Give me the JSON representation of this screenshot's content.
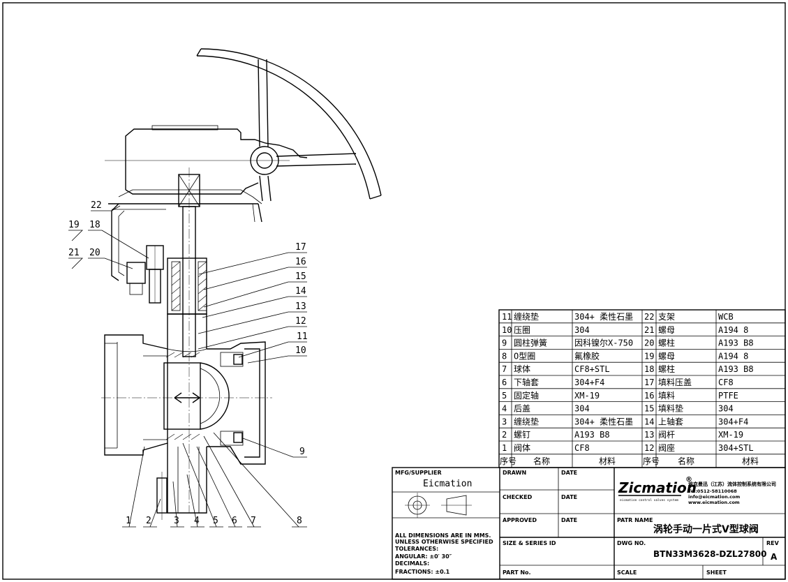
{
  "balloons": [
    "1",
    "2",
    "3",
    "4",
    "5",
    "6",
    "7",
    "8",
    "9",
    "10",
    "11",
    "12",
    "13",
    "14",
    "15",
    "16",
    "17",
    "18",
    "19",
    "20",
    "21",
    "22"
  ],
  "bom": {
    "rows_left": [
      {
        "no": "11",
        "name": "缠绕垫",
        "material": "304+ 柔性石墨"
      },
      {
        "no": "10",
        "name": "压圈",
        "material": "304"
      },
      {
        "no": "9",
        "name": "圆柱弹簧",
        "material": "因科镍尔X-750"
      },
      {
        "no": "8",
        "name": "O型圈",
        "material": "氟橡胶"
      },
      {
        "no": "7",
        "name": "球体",
        "material": "CF8+STL"
      },
      {
        "no": "6",
        "name": "下轴套",
        "material": "304+F4"
      },
      {
        "no": "5",
        "name": "固定轴",
        "material": "XM-19"
      },
      {
        "no": "4",
        "name": "后盖",
        "material": "304"
      },
      {
        "no": "3",
        "name": "缠绕垫",
        "material": "304+ 柔性石墨"
      },
      {
        "no": "2",
        "name": "螺钉",
        "material": "A193 B8"
      },
      {
        "no": "1",
        "name": "阀体",
        "material": "CF8"
      }
    ],
    "rows_right": [
      {
        "no": "22",
        "name": "支架",
        "material": "WCB"
      },
      {
        "no": "21",
        "name": "螺母",
        "material": "A194 8"
      },
      {
        "no": "20",
        "name": "螺柱",
        "material": "A193 B8"
      },
      {
        "no": "19",
        "name": "螺母",
        "material": "A194 8"
      },
      {
        "no": "18",
        "name": "螺柱",
        "material": "A193 B8"
      },
      {
        "no": "17",
        "name": "填料压盖",
        "material": "CF8"
      },
      {
        "no": "16",
        "name": "填料",
        "material": "PTFE"
      },
      {
        "no": "15",
        "name": "填料垫",
        "material": "304"
      },
      {
        "no": "14",
        "name": "上轴套",
        "material": "304+F4"
      },
      {
        "no": "13",
        "name": "阀杆",
        "material": "XM-19"
      },
      {
        "no": "12",
        "name": "阀座",
        "material": "304+STL"
      }
    ],
    "header": {
      "no": "序号",
      "name": "名称",
      "material": "材料"
    }
  },
  "title_block": {
    "mfg_label": "MFG/SUPPLIER",
    "mfg_value": "Eicmation",
    "notes": [
      "ALL DIMENSIONS ARE IN MMS.",
      "UNLESS OTHERWISE SPECIFIED",
      "TOLERANCES:",
      "ANGULAR: ±0′ 30″",
      "DECIMALS:",
      "FRACTIONS: ±0.1"
    ],
    "drawn": "DRAWN",
    "checked": "CHECKED",
    "approved": "APPROVED",
    "date": "DATE",
    "logo_text": "Zicmation",
    "logo_tagline": "eicmation control valves system",
    "company_name": "埃克曼迅（江苏）流体控制系统有限公司",
    "company_tel": "Tel:0512-58110068",
    "company_email": "info@eicmation.com",
    "company_web": "www.eicmation.com",
    "part_name_label": "PATR NAME",
    "part_name_value": "涡轮手动一片式V型球阀",
    "size_label": "SIZE & SERIES ID",
    "dwg_label": "DWG NO.",
    "dwg_value": "BTN33M3628-DZL27800",
    "rev_label": "REV",
    "rev_value": "A",
    "part_no_label": "PART No.",
    "scale_label": "SCALE",
    "sheet_label": "SHEET"
  }
}
